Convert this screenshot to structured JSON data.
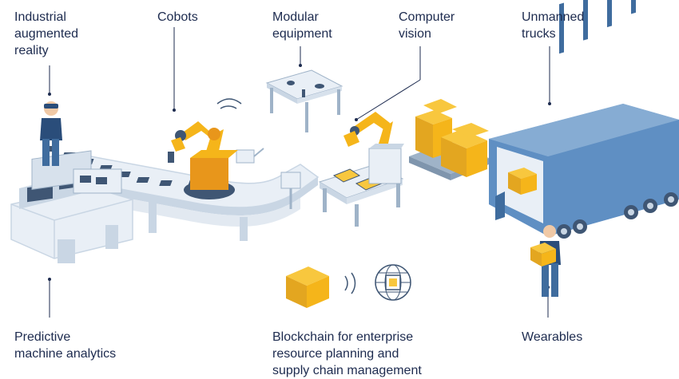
{
  "labels": {
    "industrial_ar": "Industrial\naugmented\nreality",
    "cobots": "Cobots",
    "modular_equipment": "Modular\nequipment",
    "computer_vision": "Computer\nvision",
    "unmanned_trucks": "Unmanned\ntrucks",
    "predictive_analytics": "Predictive\nmachine analytics",
    "blockchain": "Blockchain for enterprise\nresource planning and\nsupply chain management",
    "wearables": "Wearables"
  },
  "colors": {
    "text": "#1d2b4f",
    "conveyor_light": "#e9eff6",
    "conveyor_mid": "#c9d6e4",
    "conveyor_dark": "#9fb3c8",
    "robot_yellow": "#f5b51a",
    "robot_orange": "#e8961b",
    "box_yellow": "#f8c73e",
    "box_shadow": "#e3a620",
    "truck_blue": "#5f8fc3",
    "truck_dark": "#3f6c9e",
    "truck_light": "#86acd3",
    "worker_blue": "#2a4d7a"
  }
}
